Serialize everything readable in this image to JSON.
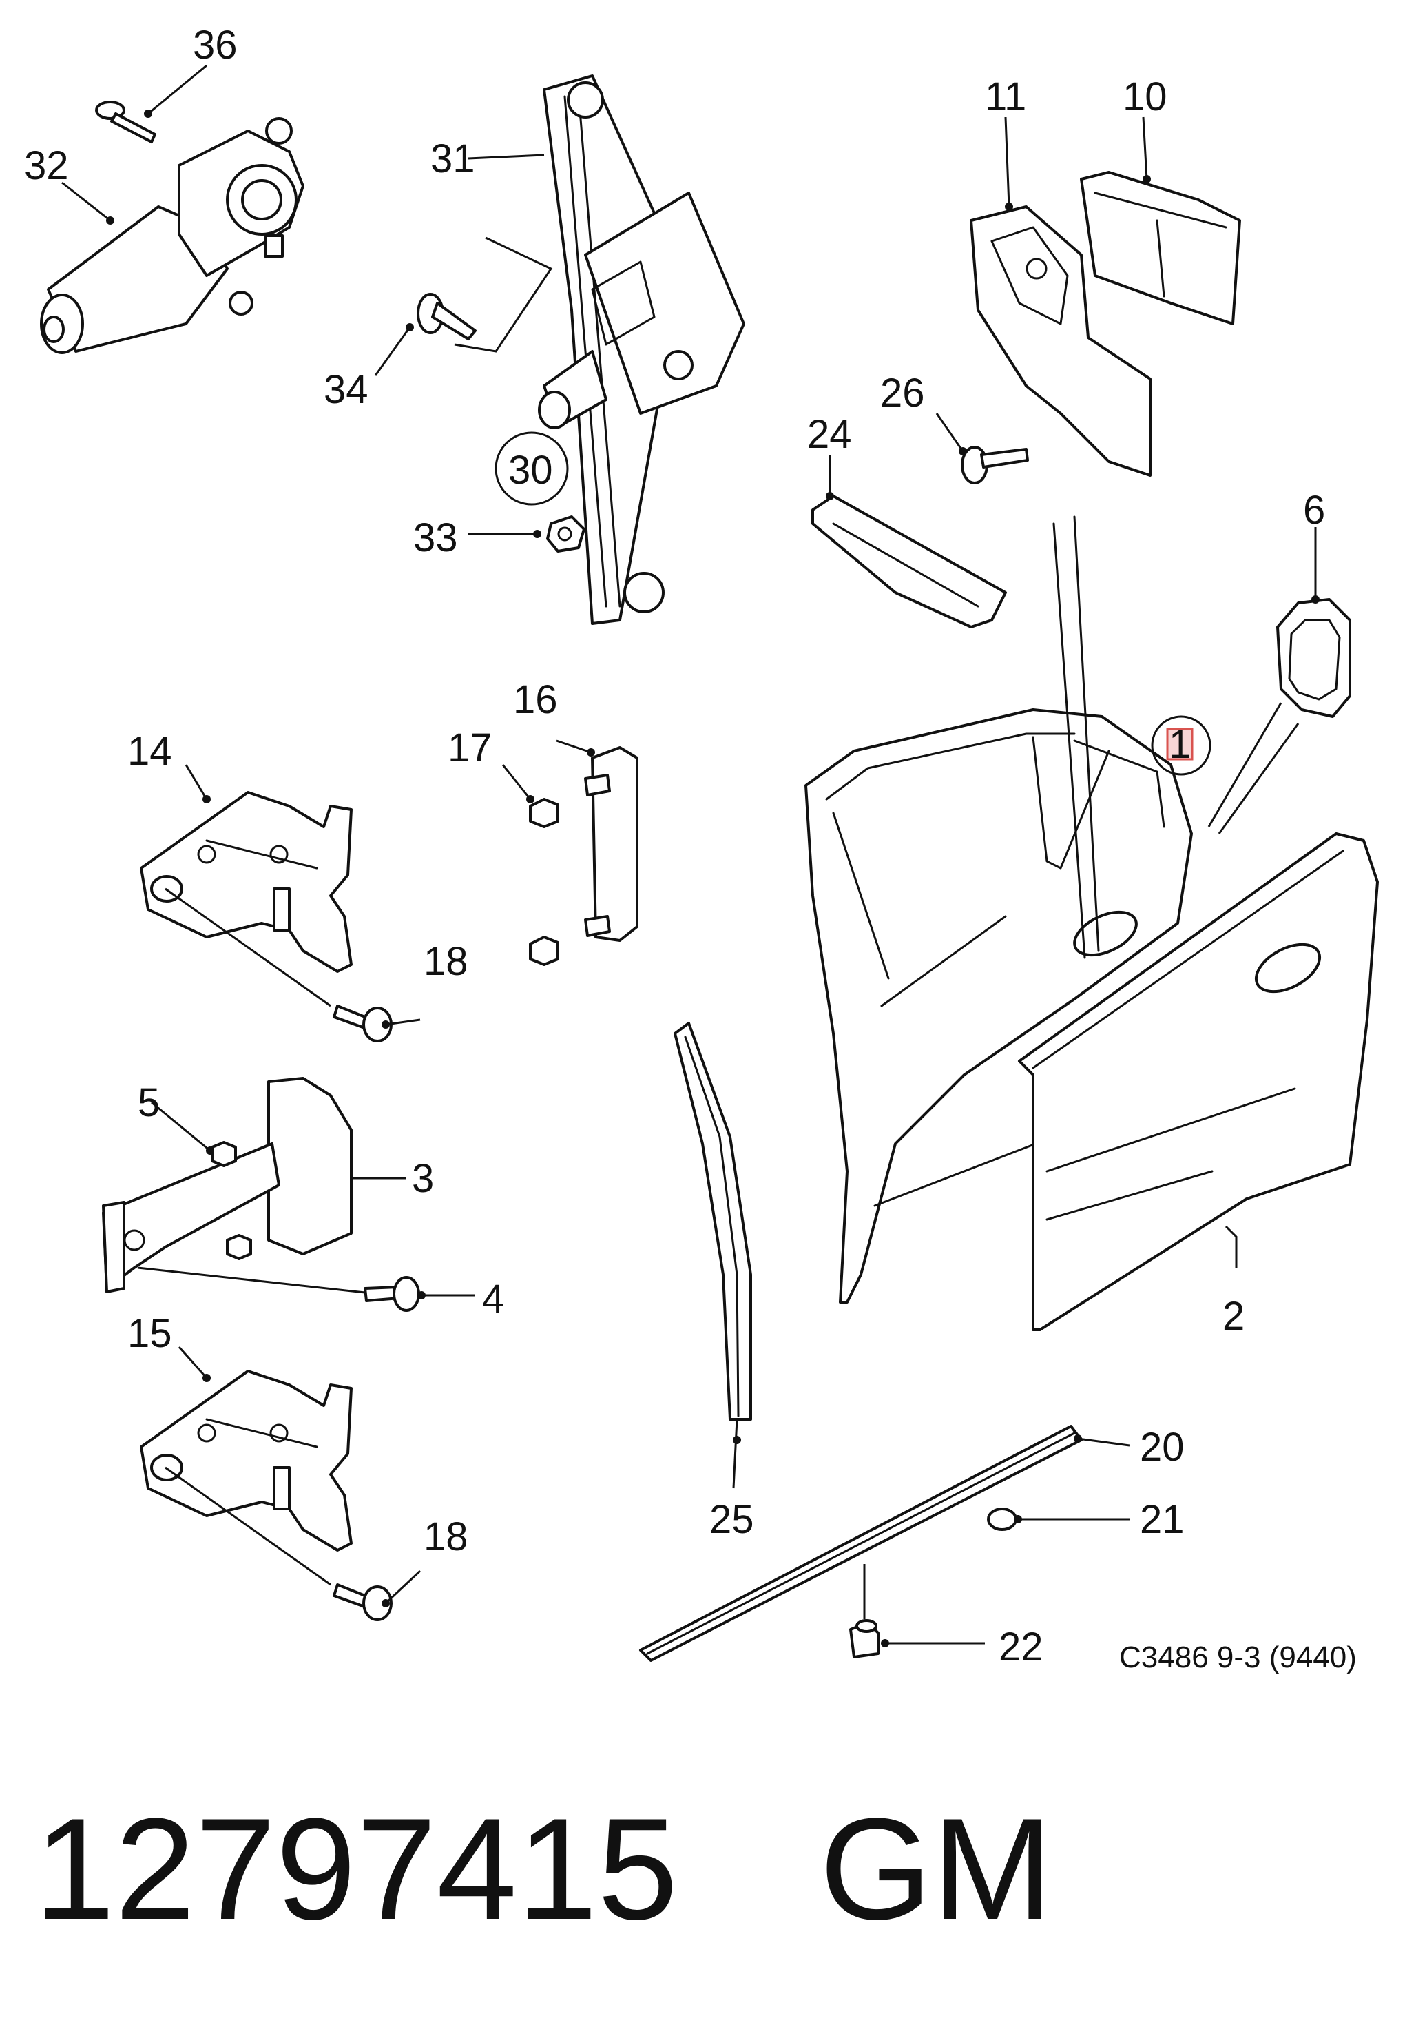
{
  "diagram": {
    "drawing_code": "C3486 9-3 (9440)",
    "part_number": "12797415",
    "brand": "GM",
    "highlight_color": "#d9534f",
    "callouts": {
      "c1": "1",
      "c2": "2",
      "c3": "3",
      "c4": "4",
      "c5": "5",
      "c6": "6",
      "c10": "10",
      "c11": "11",
      "c14": "14",
      "c15": "15",
      "c16": "16",
      "c17": "17",
      "c18a": "18",
      "c18b": "18",
      "c20": "20",
      "c21": "21",
      "c22": "22",
      "c24": "24",
      "c25": "25",
      "c26": "26",
      "c30": "30",
      "c31": "31",
      "c32": "32",
      "c33": "33",
      "c34": "34",
      "c36": "36"
    }
  }
}
